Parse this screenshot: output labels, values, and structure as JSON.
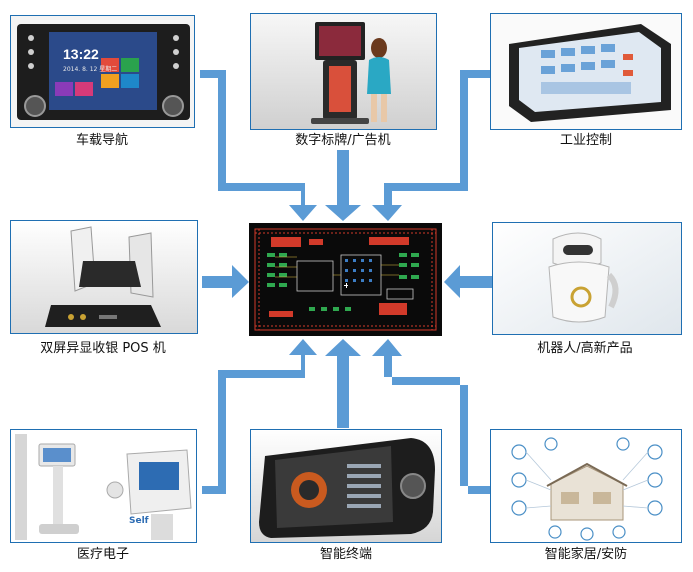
{
  "center": {
    "name": "pcb-board"
  },
  "devices": [
    {
      "id": "car",
      "label": "车载导航",
      "screen": {
        "time": "13:22",
        "date": "2014. 8. 12  星期二"
      }
    },
    {
      "id": "signage",
      "label": "数字标牌/广告机"
    },
    {
      "id": "industrial",
      "label": "工业控制"
    },
    {
      "id": "pos",
      "label": "双屏异显收银 POS 机"
    },
    {
      "id": "robot",
      "label": "机器人/高新产品"
    },
    {
      "id": "medical",
      "label": "医疗电子",
      "screen": {
        "badge": "Self"
      }
    },
    {
      "id": "terminal",
      "label": "智能终端"
    },
    {
      "id": "smarthome",
      "label": "智能家居/安防"
    }
  ],
  "colors": {
    "arrow": "#5b9bd5",
    "border": "#1f6fb2",
    "pcb_bg": "#0a0a0a",
    "pcb_trace": "#d23a2a"
  }
}
